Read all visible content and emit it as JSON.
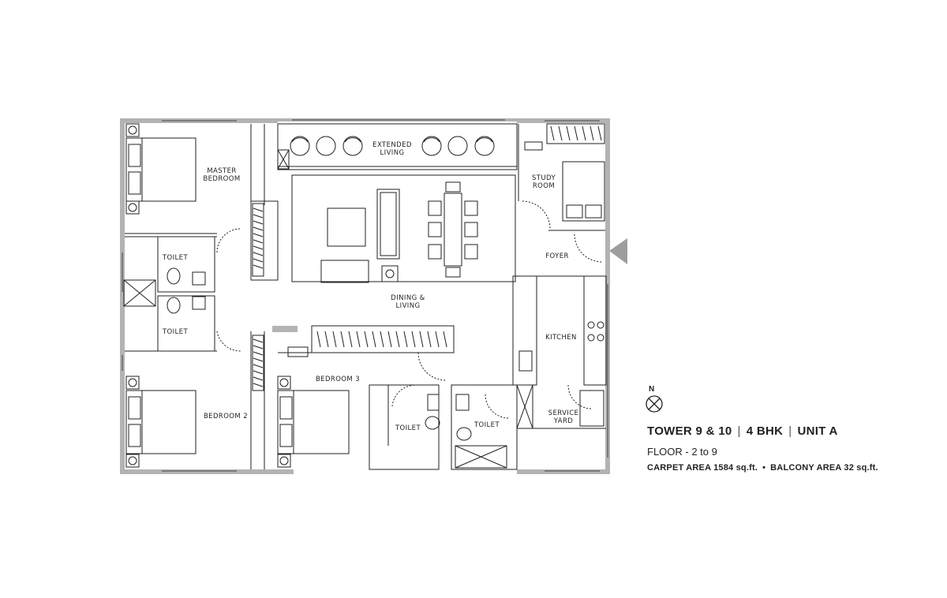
{
  "rooms": {
    "master_bedroom_1": "MASTER",
    "master_bedroom_2": "BEDROOM",
    "extended_living_1": "EXTENDED",
    "extended_living_2": "LIVING",
    "study_room_1": "STUDY",
    "study_room_2": "ROOM",
    "foyer": "FOYER",
    "toilet_top": "TOILET",
    "toilet_mid": "TOILET",
    "dining_living_1": "DINING &",
    "dining_living_2": "LIVING",
    "kitchen": "KITCHEN",
    "bedroom_3": "BEDROOM 3",
    "bedroom_2": "BEDROOM 2",
    "toilet_b3": "TOILET",
    "toilet_common": "TOILET",
    "service_yard_1": "SERVICE",
    "service_yard_2": "YARD"
  },
  "compass": {
    "label": "N"
  },
  "unit": {
    "tower": "TOWER 9 & 10",
    "separator": "|",
    "bhk": "4 BHK",
    "unit": "UNIT A",
    "floor": "FLOOR - 2 to 9",
    "carpet_area": "CARPET AREA 1584 sq.ft.",
    "bullet": "•",
    "balcony_area": "BALCONY AREA 32 sq.ft."
  },
  "colors": {
    "wall": "#b3b3b3",
    "line": "#231f20",
    "entry_arrow": "#9d9d9d"
  }
}
